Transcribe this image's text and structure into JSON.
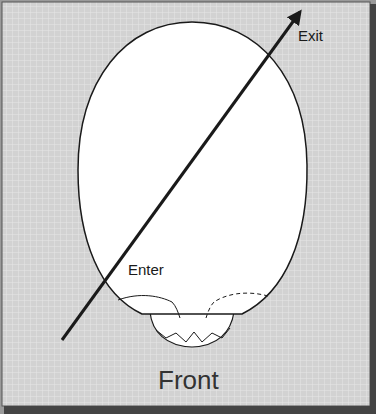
{
  "diagram": {
    "labels": [
      "Exit",
      "Enter",
      "Front"
    ]
  }
}
